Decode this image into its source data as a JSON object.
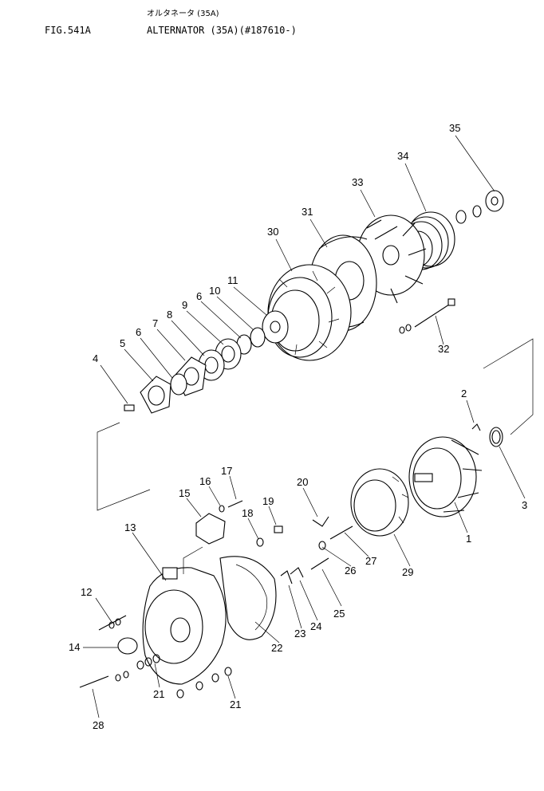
{
  "header": {
    "fig_label": "FIG.541A",
    "japanese_title": "オルタネータ (35A)",
    "title": "ALTERNATOR (35A)(#187610-)"
  },
  "callouts": [
    "1",
    "2",
    "3",
    "4",
    "5",
    "6",
    "7",
    "8",
    "9",
    "6",
    "10",
    "11",
    "12",
    "13",
    "14",
    "15",
    "16",
    "17",
    "18",
    "19",
    "20",
    "21",
    "21",
    "22",
    "23",
    "24",
    "25",
    "26",
    "27",
    "28",
    "29",
    "30",
    "31",
    "32",
    "33",
    "34",
    "35"
  ]
}
